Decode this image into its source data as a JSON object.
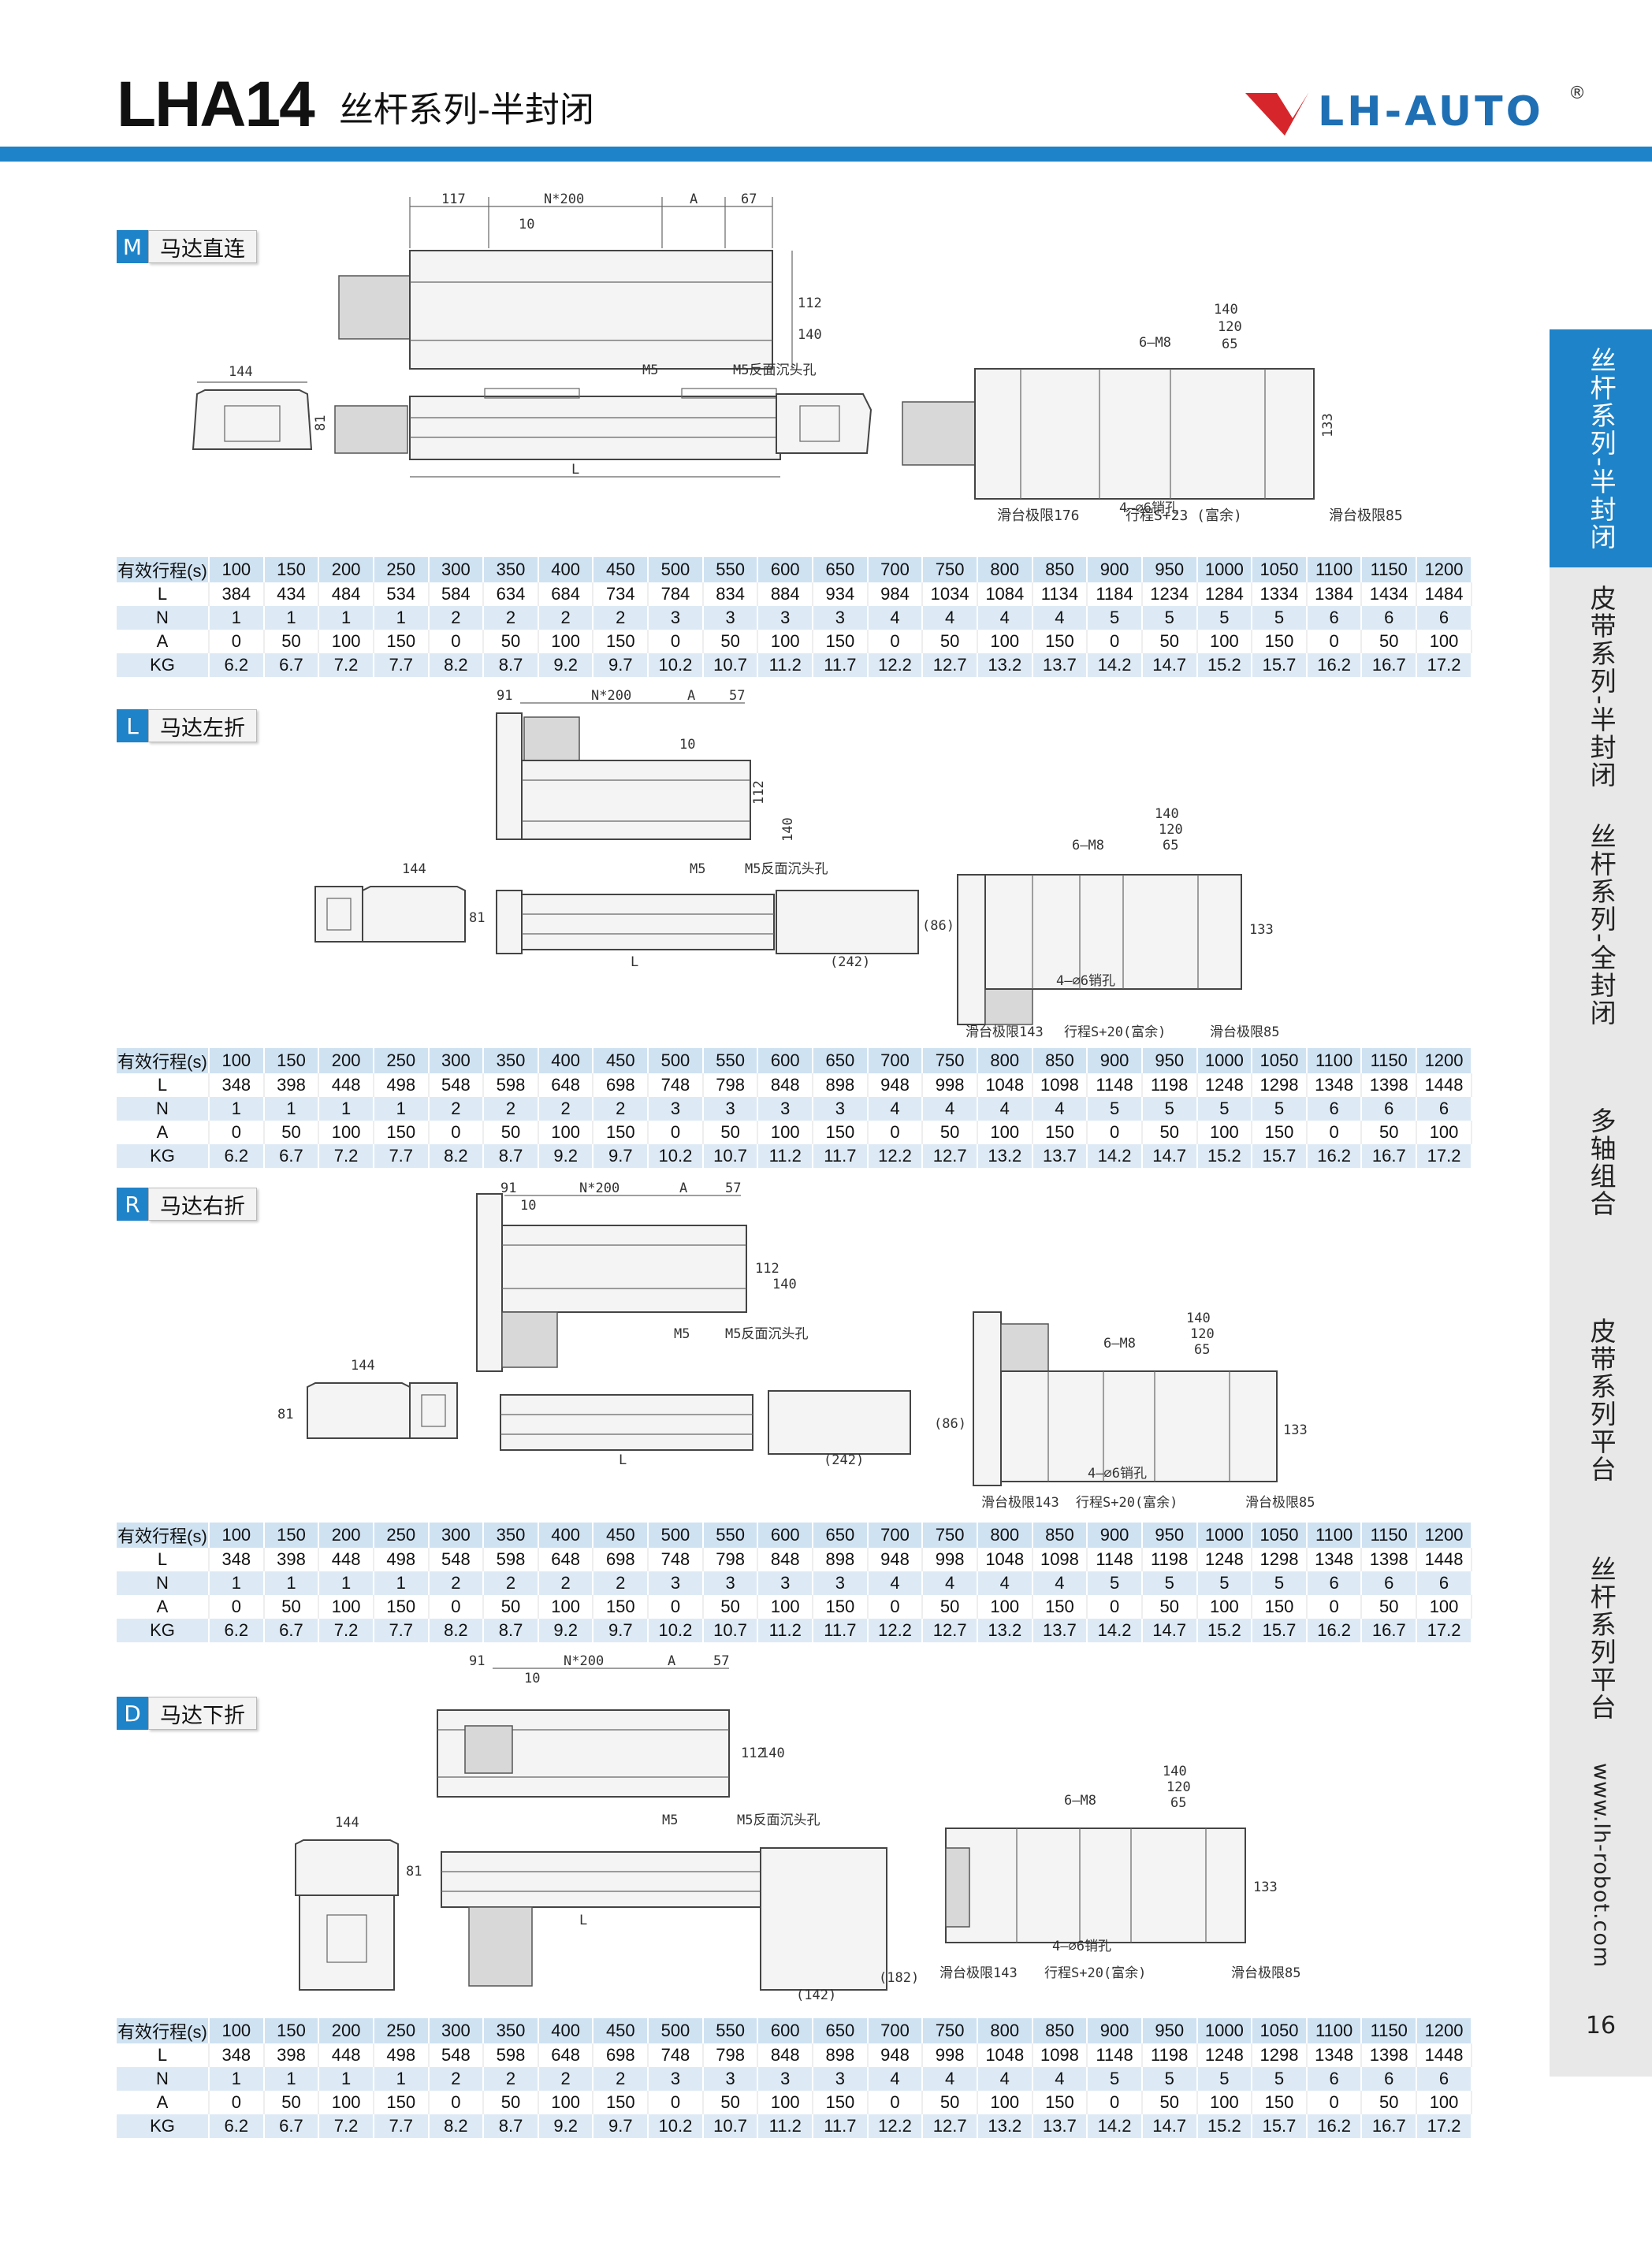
{
  "header": {
    "model": "LHA14",
    "subtitle": "丝杆系列-半封闭",
    "brand": "LH-AUTO",
    "registered": "®",
    "brand_color": "#1e6fb4",
    "accent_color": "#1e83c8",
    "logo_icon_color": "#d7262b"
  },
  "sidenav": {
    "tabs": [
      {
        "label": "丝杆系列-半封闭",
        "active": true
      },
      {
        "label": "皮带系列-半封闭",
        "active": false
      },
      {
        "label": "丝杆系列-全封闭",
        "active": false
      },
      {
        "label": "多轴组合",
        "active": false
      },
      {
        "label": "皮带系列平台",
        "active": false
      },
      {
        "label": "丝杆系列平台",
        "active": false
      },
      {
        "label": "www.lh-robot.com",
        "active": false
      }
    ],
    "page_number": "16"
  },
  "dims": {
    "d117": "117",
    "n200": "N*200",
    "A": "A",
    "d67": "67",
    "d57": "57",
    "d91": "91",
    "d10": "10",
    "d112": "112",
    "d140": "140",
    "d144": "144",
    "d81": "81",
    "L": "L",
    "M5": "M5",
    "M5c": "M5反面沉头孔",
    "m8": "6—M8",
    "d120": "120",
    "d65": "65",
    "d133": "133",
    "pin": "4—∅6销孔",
    "lim176": "滑台极限176",
    "lim143": "滑台极限143",
    "lim85": "滑台极限85",
    "strokeM": "行程S+23 (富余)",
    "strokeLRD": "行程S+20(富余)",
    "d86": "(86)",
    "d242": "(242)",
    "d182": "(182)",
    "d142": "(142)"
  },
  "sections": [
    {
      "letter": "M",
      "title": "马达直连",
      "table": {
        "rows": [
          {
            "label": "有效行程(s)",
            "values": [
              "100",
              "150",
              "200",
              "250",
              "300",
              "350",
              "400",
              "450",
              "500",
              "550",
              "600",
              "650",
              "700",
              "750",
              "800",
              "850",
              "900",
              "950",
              "1000",
              "1050",
              "1100",
              "1150",
              "1200"
            ]
          },
          {
            "label": "L",
            "values": [
              "384",
              "434",
              "484",
              "534",
              "584",
              "634",
              "684",
              "734",
              "784",
              "834",
              "884",
              "934",
              "984",
              "1034",
              "1084",
              "1134",
              "1184",
              "1234",
              "1284",
              "1334",
              "1384",
              "1434",
              "1484"
            ]
          },
          {
            "label": "N",
            "values": [
              "1",
              "1",
              "1",
              "1",
              "2",
              "2",
              "2",
              "2",
              "3",
              "3",
              "3",
              "3",
              "4",
              "4",
              "4",
              "4",
              "5",
              "5",
              "5",
              "5",
              "6",
              "6",
              "6"
            ]
          },
          {
            "label": "A",
            "values": [
              "0",
              "50",
              "100",
              "150",
              "0",
              "50",
              "100",
              "150",
              "0",
              "50",
              "100",
              "150",
              "0",
              "50",
              "100",
              "150",
              "0",
              "50",
              "100",
              "150",
              "0",
              "50",
              "100"
            ]
          },
          {
            "label": "KG",
            "values": [
              "6.2",
              "6.7",
              "7.2",
              "7.7",
              "8.2",
              "8.7",
              "9.2",
              "9.7",
              "10.2",
              "10.7",
              "11.2",
              "11.7",
              "12.2",
              "12.7",
              "13.2",
              "13.7",
              "14.2",
              "14.7",
              "15.2",
              "15.7",
              "16.2",
              "16.7",
              "17.2"
            ]
          }
        ]
      }
    },
    {
      "letter": "L",
      "title": "马达左折",
      "table": {
        "rows": [
          {
            "label": "有效行程(s)",
            "values": [
              "100",
              "150",
              "200",
              "250",
              "300",
              "350",
              "400",
              "450",
              "500",
              "550",
              "600",
              "650",
              "700",
              "750",
              "800",
              "850",
              "900",
              "950",
              "1000",
              "1050",
              "1100",
              "1150",
              "1200"
            ]
          },
          {
            "label": "L",
            "values": [
              "348",
              "398",
              "448",
              "498",
              "548",
              "598",
              "648",
              "698",
              "748",
              "798",
              "848",
              "898",
              "948",
              "998",
              "1048",
              "1098",
              "1148",
              "1198",
              "1248",
              "1298",
              "1348",
              "1398",
              "1448"
            ]
          },
          {
            "label": "N",
            "values": [
              "1",
              "1",
              "1",
              "1",
              "2",
              "2",
              "2",
              "2",
              "3",
              "3",
              "3",
              "3",
              "4",
              "4",
              "4",
              "4",
              "5",
              "5",
              "5",
              "5",
              "6",
              "6",
              "6"
            ]
          },
          {
            "label": "A",
            "values": [
              "0",
              "50",
              "100",
              "150",
              "0",
              "50",
              "100",
              "150",
              "0",
              "50",
              "100",
              "150",
              "0",
              "50",
              "100",
              "150",
              "0",
              "50",
              "100",
              "150",
              "0",
              "50",
              "100"
            ]
          },
          {
            "label": "KG",
            "values": [
              "6.2",
              "6.7",
              "7.2",
              "7.7",
              "8.2",
              "8.7",
              "9.2",
              "9.7",
              "10.2",
              "10.7",
              "11.2",
              "11.7",
              "12.2",
              "12.7",
              "13.2",
              "13.7",
              "14.2",
              "14.7",
              "15.2",
              "15.7",
              "16.2",
              "16.7",
              "17.2"
            ]
          }
        ]
      }
    },
    {
      "letter": "R",
      "title": "马达右折",
      "table": {
        "rows": [
          {
            "label": "有效行程(s)",
            "values": [
              "100",
              "150",
              "200",
              "250",
              "300",
              "350",
              "400",
              "450",
              "500",
              "550",
              "600",
              "650",
              "700",
              "750",
              "800",
              "850",
              "900",
              "950",
              "1000",
              "1050",
              "1100",
              "1150",
              "1200"
            ]
          },
          {
            "label": "L",
            "values": [
              "348",
              "398",
              "448",
              "498",
              "548",
              "598",
              "648",
              "698",
              "748",
              "798",
              "848",
              "898",
              "948",
              "998",
              "1048",
              "1098",
              "1148",
              "1198",
              "1248",
              "1298",
              "1348",
              "1398",
              "1448"
            ]
          },
          {
            "label": "N",
            "values": [
              "1",
              "1",
              "1",
              "1",
              "2",
              "2",
              "2",
              "2",
              "3",
              "3",
              "3",
              "3",
              "4",
              "4",
              "4",
              "4",
              "5",
              "5",
              "5",
              "5",
              "6",
              "6",
              "6"
            ]
          },
          {
            "label": "A",
            "values": [
              "0",
              "50",
              "100",
              "150",
              "0",
              "50",
              "100",
              "150",
              "0",
              "50",
              "100",
              "150",
              "0",
              "50",
              "100",
              "150",
              "0",
              "50",
              "100",
              "150",
              "0",
              "50",
              "100"
            ]
          },
          {
            "label": "KG",
            "values": [
              "6.2",
              "6.7",
              "7.2",
              "7.7",
              "8.2",
              "8.7",
              "9.2",
              "9.7",
              "10.2",
              "10.7",
              "11.2",
              "11.7",
              "12.2",
              "12.7",
              "13.2",
              "13.7",
              "14.2",
              "14.7",
              "15.2",
              "15.7",
              "16.2",
              "16.7",
              "17.2"
            ]
          }
        ]
      }
    },
    {
      "letter": "D",
      "title": "马达下折",
      "table": {
        "rows": [
          {
            "label": "有效行程(s)",
            "values": [
              "100",
              "150",
              "200",
              "250",
              "300",
              "350",
              "400",
              "450",
              "500",
              "550",
              "600",
              "650",
              "700",
              "750",
              "800",
              "850",
              "900",
              "950",
              "1000",
              "1050",
              "1100",
              "1150",
              "1200"
            ]
          },
          {
            "label": "L",
            "values": [
              "348",
              "398",
              "448",
              "498",
              "548",
              "598",
              "648",
              "698",
              "748",
              "798",
              "848",
              "898",
              "948",
              "998",
              "1048",
              "1098",
              "1148",
              "1198",
              "1248",
              "1298",
              "1348",
              "1398",
              "1448"
            ]
          },
          {
            "label": "N",
            "values": [
              "1",
              "1",
              "1",
              "1",
              "2",
              "2",
              "2",
              "2",
              "3",
              "3",
              "3",
              "3",
              "4",
              "4",
              "4",
              "4",
              "5",
              "5",
              "5",
              "5",
              "6",
              "6",
              "6"
            ]
          },
          {
            "label": "A",
            "values": [
              "0",
              "50",
              "100",
              "150",
              "0",
              "50",
              "100",
              "150",
              "0",
              "50",
              "100",
              "150",
              "0",
              "50",
              "100",
              "150",
              "0",
              "50",
              "100",
              "150",
              "0",
              "50",
              "100"
            ]
          },
          {
            "label": "KG",
            "values": [
              "6.2",
              "6.7",
              "7.2",
              "7.7",
              "8.2",
              "8.7",
              "9.2",
              "9.7",
              "10.2",
              "10.7",
              "11.2",
              "11.7",
              "12.2",
              "12.7",
              "13.2",
              "13.7",
              "14.2",
              "14.7",
              "15.2",
              "15.7",
              "16.2",
              "16.7",
              "17.2"
            ]
          }
        ]
      }
    }
  ]
}
